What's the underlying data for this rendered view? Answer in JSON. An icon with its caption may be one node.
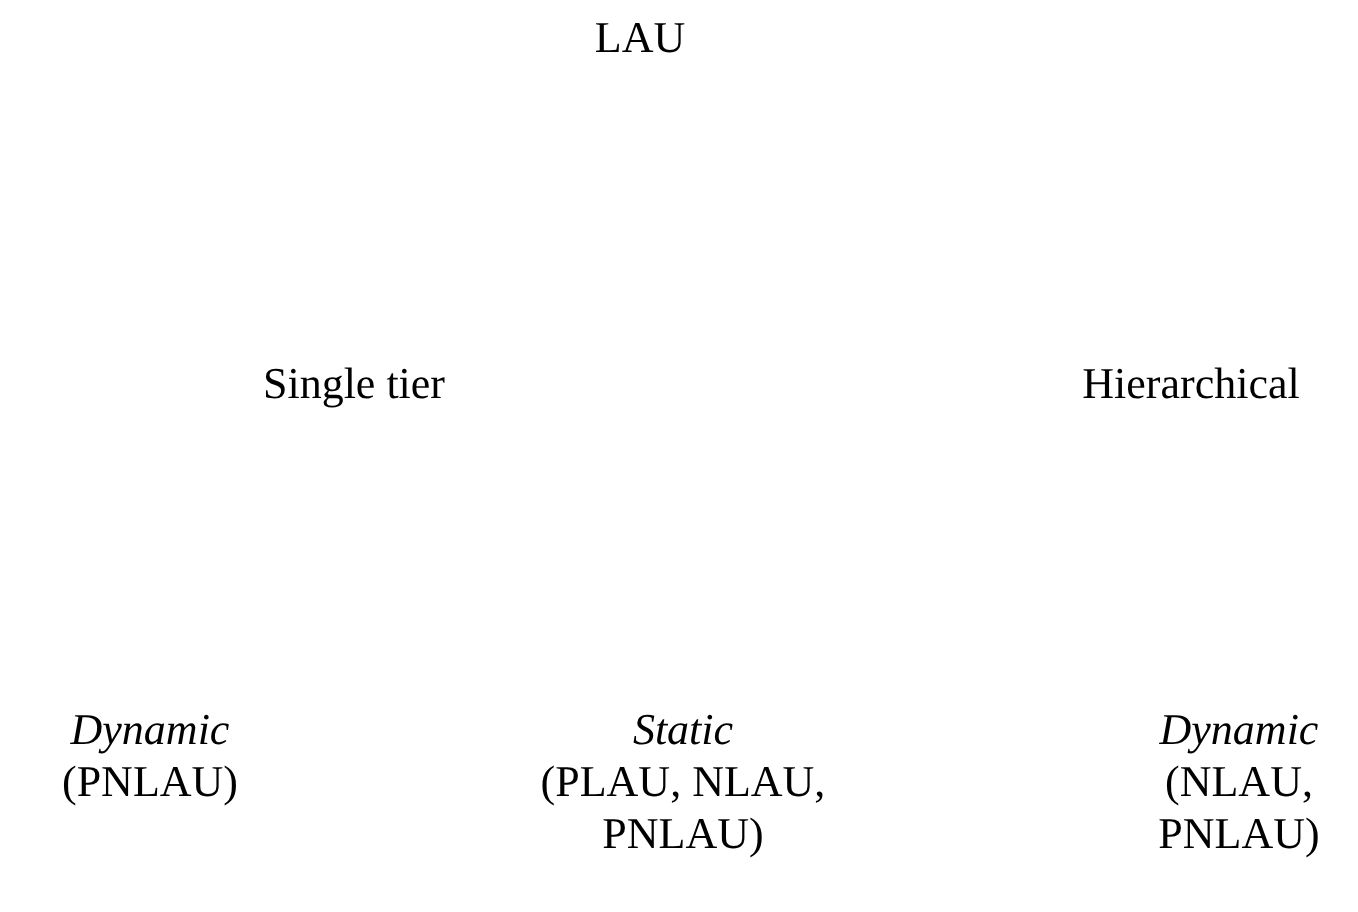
{
  "diagram": {
    "nodes": [
      {
        "text": [
          "LAU"
        ]
      },
      {
        "text": [
          "Single tier"
        ]
      },
      {
        "text": [
          "Hierarchical"
        ]
      },
      {
        "text": [
          "Dynamic",
          "(PNLAU)"
        ]
      },
      {
        "text": [
          "Static",
          "(PLAU, NLAU, PNLAU)"
        ]
      },
      {
        "text": [
          "Dynamic",
          "(NLAU, PNLAU)"
        ]
      }
    ]
  }
}
